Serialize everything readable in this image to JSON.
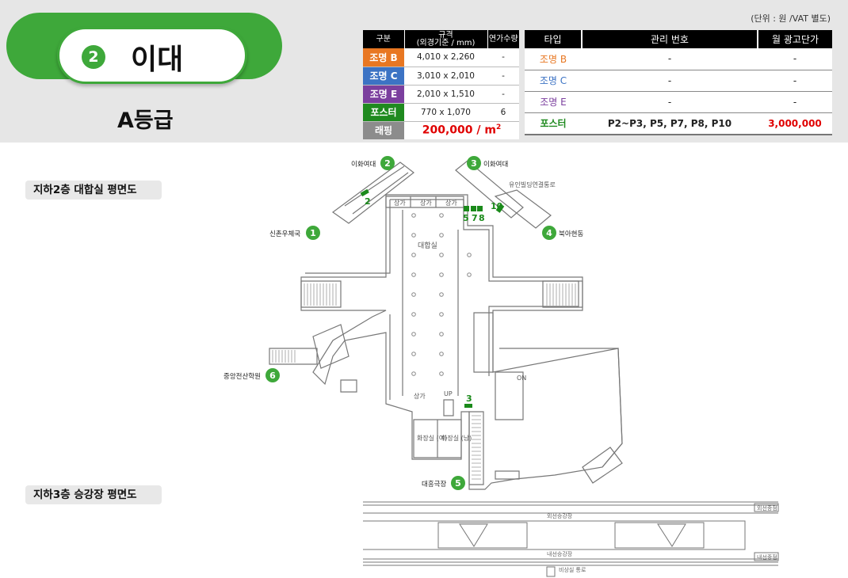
{
  "header": {
    "station_number": "2",
    "station_name": "이대",
    "grade": "A등급",
    "unit_note": "(단위 : 원 /VAT 별도)"
  },
  "spec_table": {
    "headers": [
      "구분",
      "규격\n(외경기준 / mm)",
      "연가수량"
    ],
    "rows": [
      {
        "type": "조명 B",
        "color": "#e87722",
        "size": "4,010 x 2,260",
        "qty": "-"
      },
      {
        "type": "조명 C",
        "color": "#3c73c4",
        "size": "3,010 x 2,010",
        "qty": "-"
      },
      {
        "type": "조명 E",
        "color": "#7b3f9e",
        "size": "2,010 x 1,510",
        "qty": "-"
      },
      {
        "type": "포스터",
        "color": "#1f8a1f",
        "size": "770 x 1,070",
        "qty": "6"
      }
    ],
    "wrapping": {
      "label": "래핑",
      "color": "#8c8c8c",
      "price": "200,000 / m",
      "sup": "2"
    }
  },
  "price_table": {
    "headers": [
      "타입",
      "관리 번호",
      "월 광고단가"
    ],
    "rows": [
      {
        "type": "조명 B",
        "color": "#e87722",
        "ids": "-",
        "price": "-"
      },
      {
        "type": "조명 C",
        "color": "#3c73c4",
        "ids": "-",
        "price": "-"
      },
      {
        "type": "조명 E",
        "color": "#7b3f9e",
        "ids": "-",
        "price": "-"
      },
      {
        "type": "포스터",
        "color": "#1f8a1f",
        "ids": "P2~P3, P5, P7, P8, P10",
        "price": "3,000,000",
        "price_color": "#e00000"
      }
    ]
  },
  "sections": {
    "b2": "지하2층 대합실 평면도",
    "b3": "지하3층 승강장 평면도"
  },
  "map": {
    "exits": [
      {
        "num": "1",
        "label": "신촌우체국"
      },
      {
        "num": "2",
        "label": "이화여대"
      },
      {
        "num": "3",
        "label": "이화여대"
      },
      {
        "num": "4",
        "label": "북아현동"
      },
      {
        "num": "5",
        "label": "대흥극장"
      },
      {
        "num": "6",
        "label": "중앙전산학원"
      }
    ],
    "poster_markers": [
      "2",
      "5",
      "7",
      "8",
      "10",
      "3"
    ],
    "labels": {
      "concourse": "대합실",
      "shop": "상가",
      "building_link": "유인빌딩연결통로",
      "up": "UP",
      "restroom_f": "화장실\n(여)",
      "restroom_m": "화장실\n(남)",
      "on": "ON"
    },
    "platform": {
      "outer": "외선승강장",
      "inner": "내선승강장",
      "outer_track": "외선종점",
      "inner_track": "내선종점",
      "transfer": "비상실\n통로"
    }
  },
  "colors": {
    "accent_green": "#3ea83a",
    "marker_green": "#1a8a1a",
    "price_red": "#e00000"
  }
}
